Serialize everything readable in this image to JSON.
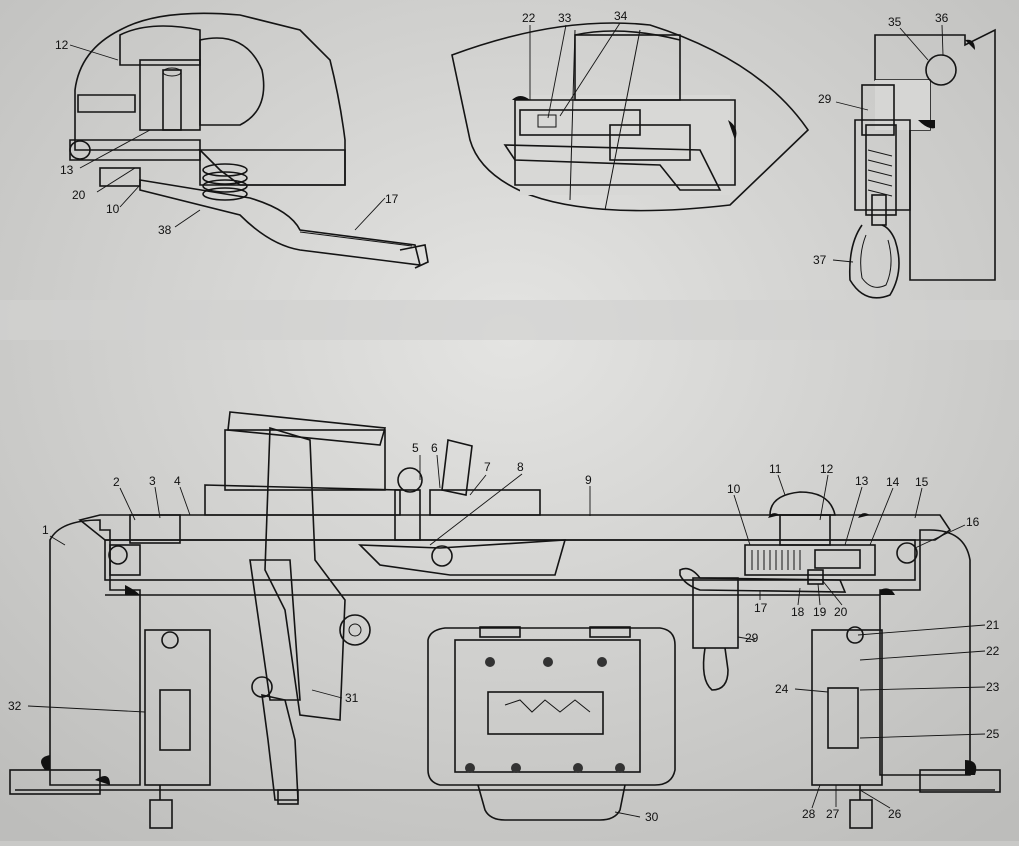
{
  "callouts": {
    "detail_spring_lever": [
      "12",
      "13",
      "20",
      "10",
      "38",
      "17"
    ],
    "detail_cover_section": [
      "22",
      "33",
      "34"
    ],
    "detail_plunger": [
      "35",
      "36",
      "29",
      "37"
    ],
    "main_view": [
      "1",
      "2",
      "3",
      "4",
      "5",
      "6",
      "7",
      "8",
      "9",
      "10",
      "11",
      "12",
      "13",
      "14",
      "15",
      "16",
      "17",
      "18",
      "19",
      "20",
      "21",
      "22",
      "23",
      "24",
      "25",
      "26",
      "27",
      "28",
      "29",
      "30",
      "31",
      "32"
    ]
  },
  "colors": {
    "paper": "#c9c9c7",
    "ink": "#141414",
    "hatch": "#2a2a2a",
    "shade": "#9a9a98"
  }
}
